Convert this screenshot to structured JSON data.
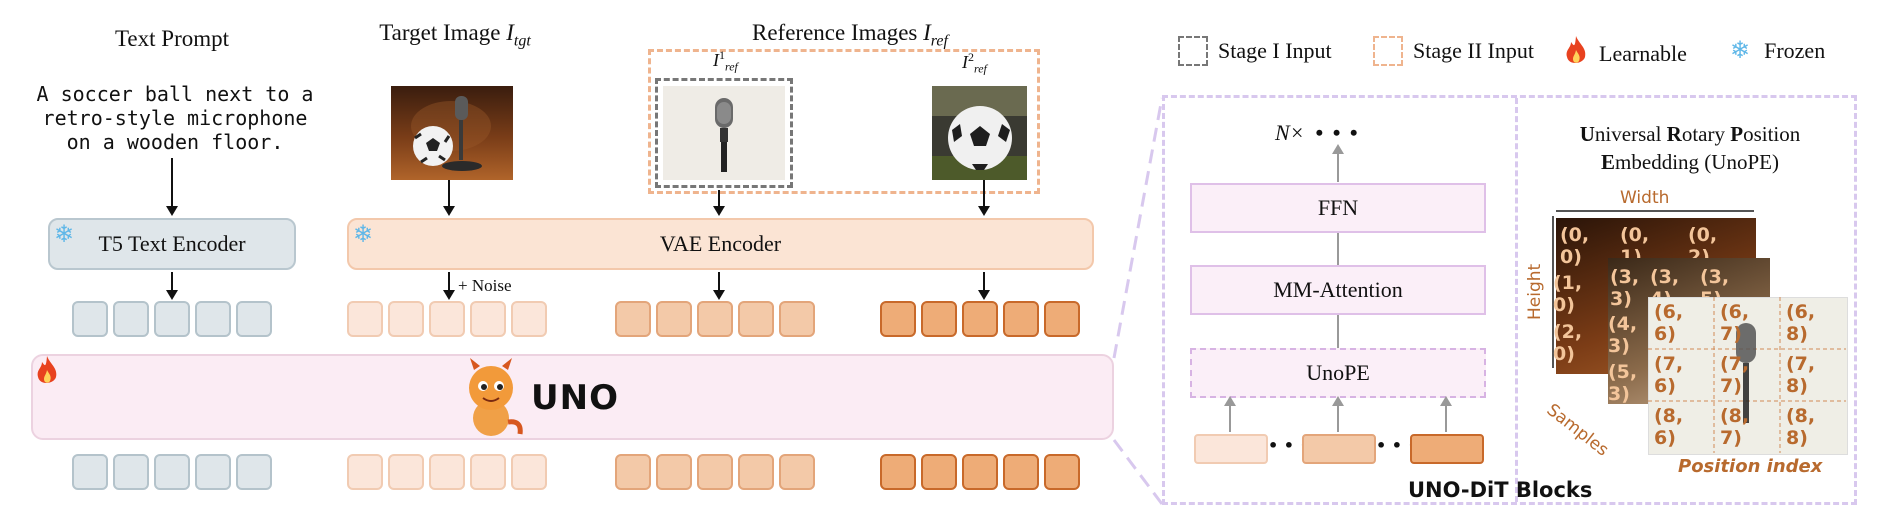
{
  "labels": {
    "text_prompt_title": "Text Prompt",
    "prompt_line1": "A soccer ball next to a",
    "prompt_line2": "retro-style microphone",
    "prompt_line3": "on a wooden floor.",
    "target_image_title": "Target Image",
    "target_image_symbol": "I",
    "target_image_sub": "tgt",
    "reference_images_title": "Reference Images",
    "reference_images_symbol": "I",
    "reference_images_sub": "ref",
    "ref1_label": "I",
    "ref1_sup": "1",
    "ref1_sub": "ref",
    "ref2_label": "I",
    "ref2_sup": "2",
    "ref2_sub": "ref",
    "t5_encoder": "T5 Text Encoder",
    "vae_encoder": "VAE Encoder",
    "noise": "+ Noise",
    "uno": "UNO"
  },
  "legend": {
    "stage1": "Stage I Input",
    "stage2": "Stage II Input",
    "learnable": "Learnable",
    "frozen": "Frozen"
  },
  "dit": {
    "n_times": "N×",
    "dots_top": "• • •",
    "ffn": "FFN",
    "mm_attention": "MM-Attention",
    "unope": "UnoPE",
    "token_dots": "• • •",
    "title": "UNO-DiT Blocks"
  },
  "unope": {
    "title_line1_bold_a": "U",
    "title_line1_rest_a": "niversal ",
    "title_line1_bold_b": "R",
    "title_line1_rest_b": "otary ",
    "title_line1_bold_c": "P",
    "title_line1_rest_c": "osition",
    "title_line2_bold": "E",
    "title_line2_rest": "mbedding (UnoPE)",
    "width": "Width",
    "height": "Height",
    "samples": "Samples",
    "position_index": "Position index",
    "grid_front": [
      "(6, 6)",
      "(6, 7)",
      "(6, 8)",
      "(7, 6)",
      "(7, 7)",
      "(7, 8)",
      "(8, 6)",
      "(8, 7)",
      "(8, 8)"
    ],
    "grid_back": [
      "(0, 0)",
      "(0, 1)",
      "(0, 2)",
      "(1, 0)",
      "(2, 0)"
    ],
    "grid_mid": [
      "(3, 3)",
      "(3, 4)",
      "(3, 5)",
      "(5, 3)",
      "(4, 3)"
    ]
  },
  "colors": {
    "gray_token": "#dfe6ea",
    "peach_token": "#fbe6da",
    "tan_token": "#f3c9a8",
    "orange_token": "#eeac77",
    "uno_bar": "#fbecf4",
    "index_text": "#b86a2e",
    "frozen": "#5fb7e8",
    "learnable": "#e8421f"
  }
}
